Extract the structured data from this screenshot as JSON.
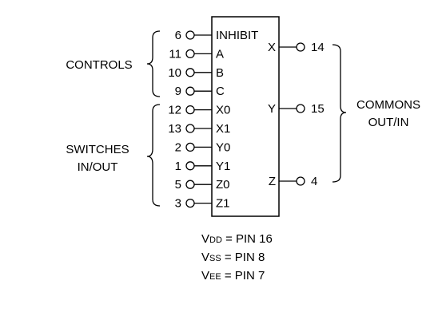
{
  "chip": {
    "left_pins": [
      {
        "number": "6",
        "name": "INHIBIT"
      },
      {
        "number": "11",
        "name": "A"
      },
      {
        "number": "10",
        "name": "B"
      },
      {
        "number": "9",
        "name": "C"
      },
      {
        "number": "12",
        "name": "X0"
      },
      {
        "number": "13",
        "name": "X1"
      },
      {
        "number": "2",
        "name": "Y0"
      },
      {
        "number": "1",
        "name": "Y1"
      },
      {
        "number": "5",
        "name": "Z0"
      },
      {
        "number": "3",
        "name": "Z1"
      }
    ],
    "right_pins": [
      {
        "number": "14",
        "name": "X"
      },
      {
        "number": "15",
        "name": "Y"
      },
      {
        "number": "4",
        "name": "Z"
      }
    ]
  },
  "groups": {
    "controls": "CONTROLS",
    "switches_line1": "SWITCHES",
    "switches_line2": "IN/OUT",
    "commons_line1": "COMMONS",
    "commons_line2": "OUT/IN"
  },
  "supply": [
    {
      "prefix": "V",
      "sub": "DD",
      "text": " = PIN 16"
    },
    {
      "prefix": "V",
      "sub": "SS",
      "text": " = PIN 8"
    },
    {
      "prefix": "V",
      "sub": "EE",
      "text": " = PIN 7"
    }
  ]
}
